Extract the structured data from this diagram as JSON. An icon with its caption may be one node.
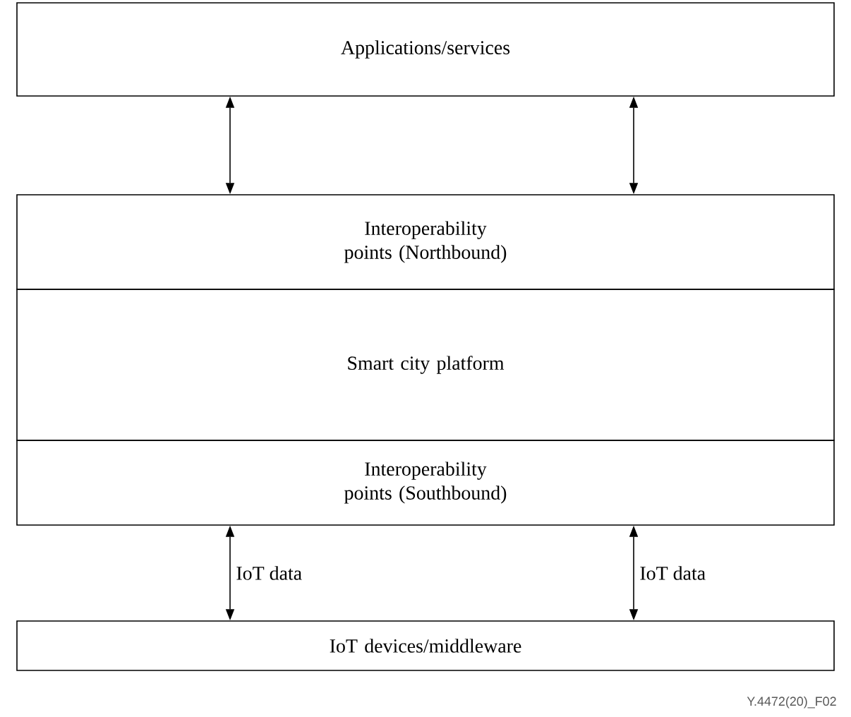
{
  "diagram": {
    "nodes": [
      {
        "text": [
          "Applications/services"
        ]
      },
      {
        "text": [
          "Interoperability points (Northbound)"
        ]
      },
      {
        "text": [
          "Smart city platform"
        ]
      },
      {
        "text": [
          "Interoperability points (Southbound)"
        ]
      },
      {
        "text": [
          "IoT devices/middleware"
        ]
      }
    ],
    "edges": [
      {
        "from": 0,
        "to": 1,
        "arrow": "both"
      },
      {
        "from": 0,
        "to": 1,
        "arrow": "both"
      },
      {
        "from": 3,
        "to": 4,
        "arrow": "both",
        "label": "IoT data"
      },
      {
        "from": 3,
        "to": 4,
        "arrow": "both",
        "label": "IoT data"
      }
    ],
    "labels": [
      "Y.4472(20)_F02"
    ]
  }
}
